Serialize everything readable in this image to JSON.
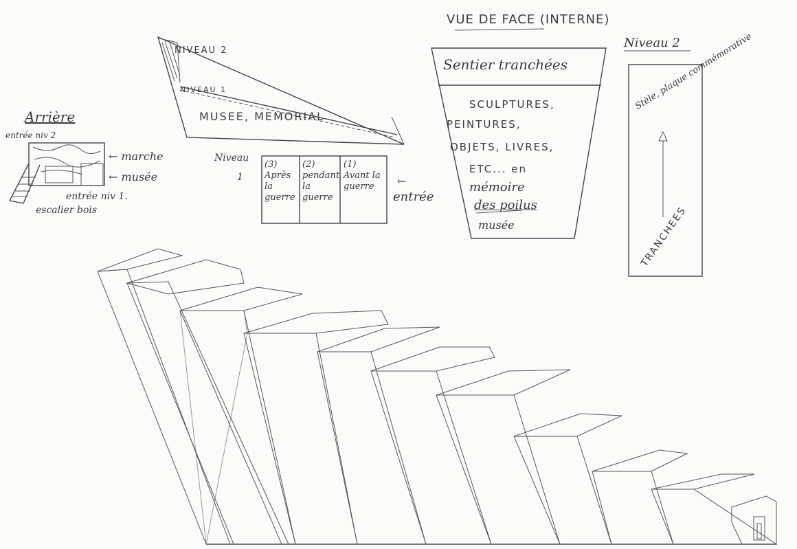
{
  "back_view": {
    "title": "Arrière",
    "labels": {
      "entrance_level2": "entrée niv 2",
      "step": "← marche",
      "museum": "← musée",
      "entrance_level1": "entrée niv 1.",
      "wood_stair": "escalier bois"
    }
  },
  "section": {
    "level2": "NIVEAU 2",
    "level1": "NIVEAU 1",
    "museum": "MUSEE, MEMORIAL"
  },
  "level1_plan": {
    "label_line1": "Niveau",
    "label_line2": "1",
    "entrance": "entrée",
    "rooms": [
      {
        "num": "(3)",
        "text": "Après la guerre"
      },
      {
        "num": "(2)",
        "text": "pendant la guerre"
      },
      {
        "num": "(1)",
        "text": "Avant la guerre"
      }
    ]
  },
  "front_view": {
    "title": "VUE DE FACE (INTERNE)",
    "path": "Sentier tranchées",
    "contents": [
      "SCULPTURES,",
      "PEINTURES,",
      "OBJETS, LIVRES,",
      "ETC... en",
      "mémoire",
      "des poilus",
      "musée"
    ]
  },
  "level2_panel": {
    "title": "Niveau 2",
    "stele": "Stèle, plaque commémorative",
    "trenches": "TRANCHEES"
  }
}
